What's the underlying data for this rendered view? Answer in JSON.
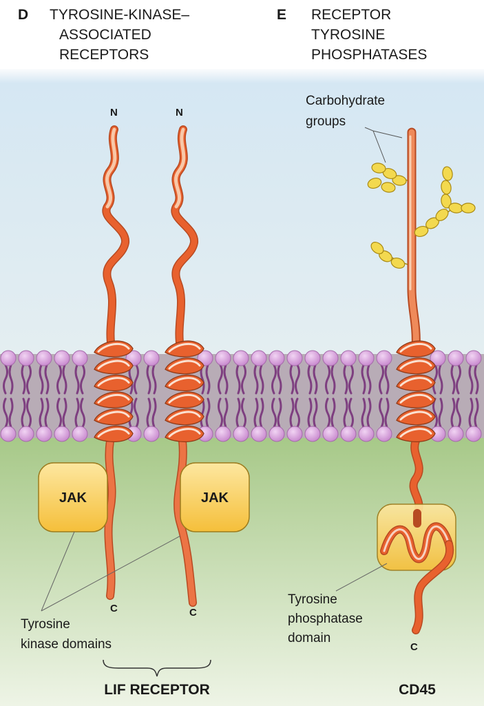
{
  "panel_d": {
    "letter": "D",
    "title_lines": [
      "TYROSINE-KINASE–",
      "ASSOCIATED",
      "RECEPTORS"
    ],
    "jak_label": "JAK",
    "n_terminus": "N",
    "c_terminus": "C",
    "domain_label_lines": [
      "Tyrosine",
      "kinase domains"
    ],
    "receptor_name": "LIF RECEPTOR"
  },
  "panel_e": {
    "letter": "E",
    "title_lines": [
      "RECEPTOR",
      "TYROSINE",
      "PHOSPHATASES"
    ],
    "carbohydrate_label_lines": [
      "Carbohydrate",
      "groups"
    ],
    "domain_label_lines": [
      "Tyrosine",
      "phosphatase",
      "domain"
    ],
    "c_terminus": "C",
    "receptor_name": "CD45"
  },
  "colors": {
    "extracellular_top": "#c9dfee",
    "extracellular_bottom": "#e6eef0",
    "intracellular_top": "#a9c98b",
    "intracellular_bottom": "#e3eed6",
    "membrane_core": "#b9aab4",
    "lipid_head": "#d6a6dc",
    "lipid_tail": "#7d3f7f",
    "protein": "#e8612e",
    "protein_light": "#f4a77c",
    "jak_box": "#f7c948",
    "carbohydrate": "#f2d64b"
  }
}
